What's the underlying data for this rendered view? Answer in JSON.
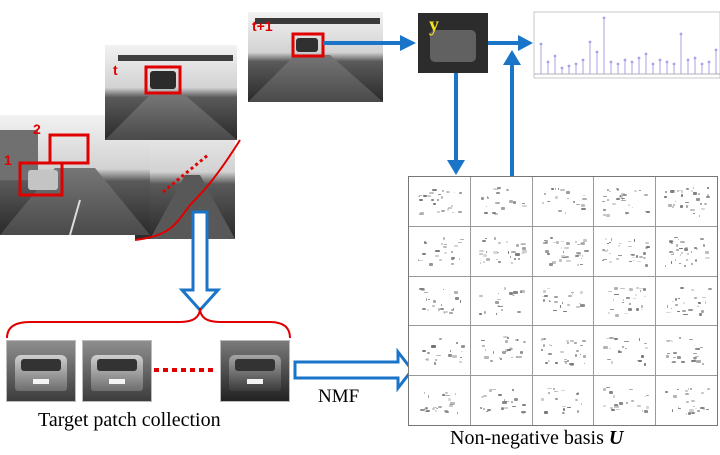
{
  "frame_labels": [
    "1",
    "2",
    "t",
    "t+1"
  ],
  "y_label": "y",
  "nmf_label": "NMF",
  "collection_caption": "Target patch collection",
  "basis_caption_text": "Non-negative basis ",
  "basis_caption_symbol": "U",
  "colors": {
    "arrow": "#1a74c8",
    "bracket": "#e00000",
    "box": "#e00000",
    "stem": "#a9a2e6"
  }
}
